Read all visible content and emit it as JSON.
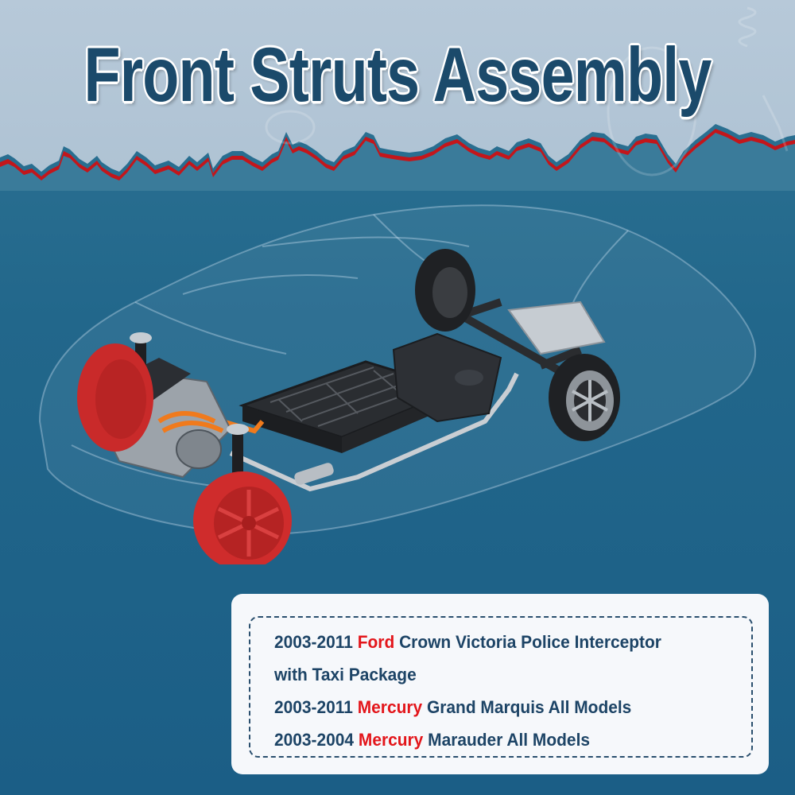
{
  "header": {
    "title": "Front Struts Assembly",
    "title_color": "#1b4a6b",
    "band_color": "#b3c6d7",
    "torn_edge_color": "#c3161b"
  },
  "background": {
    "color": "#1f6489"
  },
  "illustration": {
    "subject": "transparent car showing chassis, battery pack, engine and suspension",
    "highlight_color": "#d42a2a",
    "highlighted_parts": [
      "front-left-wheel",
      "front-right-wheel"
    ]
  },
  "fitment": {
    "lines": [
      {
        "years": "2003-2011",
        "brand": "Ford",
        "model": "Crown Victoria Police Interceptor"
      },
      {
        "years": "",
        "brand": "",
        "model": "with Taxi Package"
      },
      {
        "years": "2003-2011",
        "brand": "Mercury",
        "model": "Grand Marquis All Models"
      },
      {
        "years": "2003-2004",
        "brand": "Mercury",
        "model": "Marauder All Models"
      }
    ],
    "text_color": "#1d4466",
    "brand_color": "#e3161b"
  }
}
